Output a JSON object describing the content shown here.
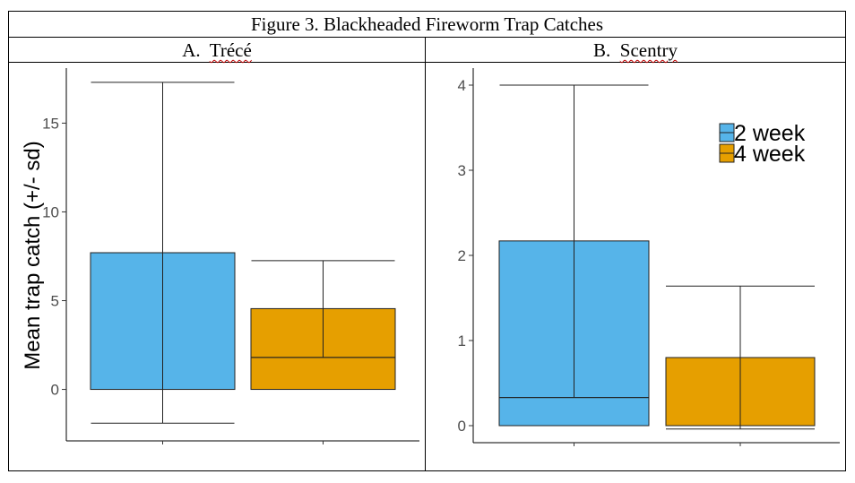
{
  "figure": {
    "title": "Figure 3. Blackheaded Fireworm Trap Catches",
    "panel_a": {
      "prefix": "A.",
      "name": "Trécé"
    },
    "panel_b": {
      "prefix": "B.",
      "name": "Scentry"
    }
  },
  "colors": {
    "two_week": "#56b4e9",
    "four_week": "#e69f00"
  },
  "chart_data": [
    {
      "type": "bar",
      "panel": "A. Trécé",
      "ylabel": "Mean trap catch (+/- sd)",
      "xlabel": "",
      "ylim": [
        -2.9,
        18.1
      ],
      "yticks": [
        0,
        5,
        10,
        15
      ],
      "series": [
        {
          "name": "2 week",
          "color": "#56b4e9",
          "mean": 0,
          "upper": 7.7,
          "line": 7.7,
          "whisker_low": -1.9,
          "whisker_high": 17.3
        },
        {
          "name": "4 week",
          "color": "#e69f00",
          "mean": 1.8,
          "upper": 4.55,
          "line": 1.8,
          "whisker_low": 1.8,
          "whisker_high": 7.25
        }
      ]
    },
    {
      "type": "bar",
      "panel": "B. Scentry",
      "ylabel": "",
      "xlabel": "",
      "ylim": [
        -0.2,
        4.2
      ],
      "yticks": [
        0,
        1,
        2,
        3,
        4
      ],
      "legend": {
        "entries": [
          "2 week",
          "4 week"
        ],
        "placement": "top-right"
      },
      "series": [
        {
          "name": "2 week",
          "color": "#56b4e9",
          "mean": 0.33,
          "upper": 2.17,
          "line": 0.33,
          "whisker_low": 0.33,
          "whisker_high": 4.0
        },
        {
          "name": "4 week",
          "color": "#e69f00",
          "mean": 0,
          "upper": 0.8,
          "line": 0,
          "whisker_low": -0.04,
          "whisker_high": 1.64
        }
      ]
    }
  ]
}
